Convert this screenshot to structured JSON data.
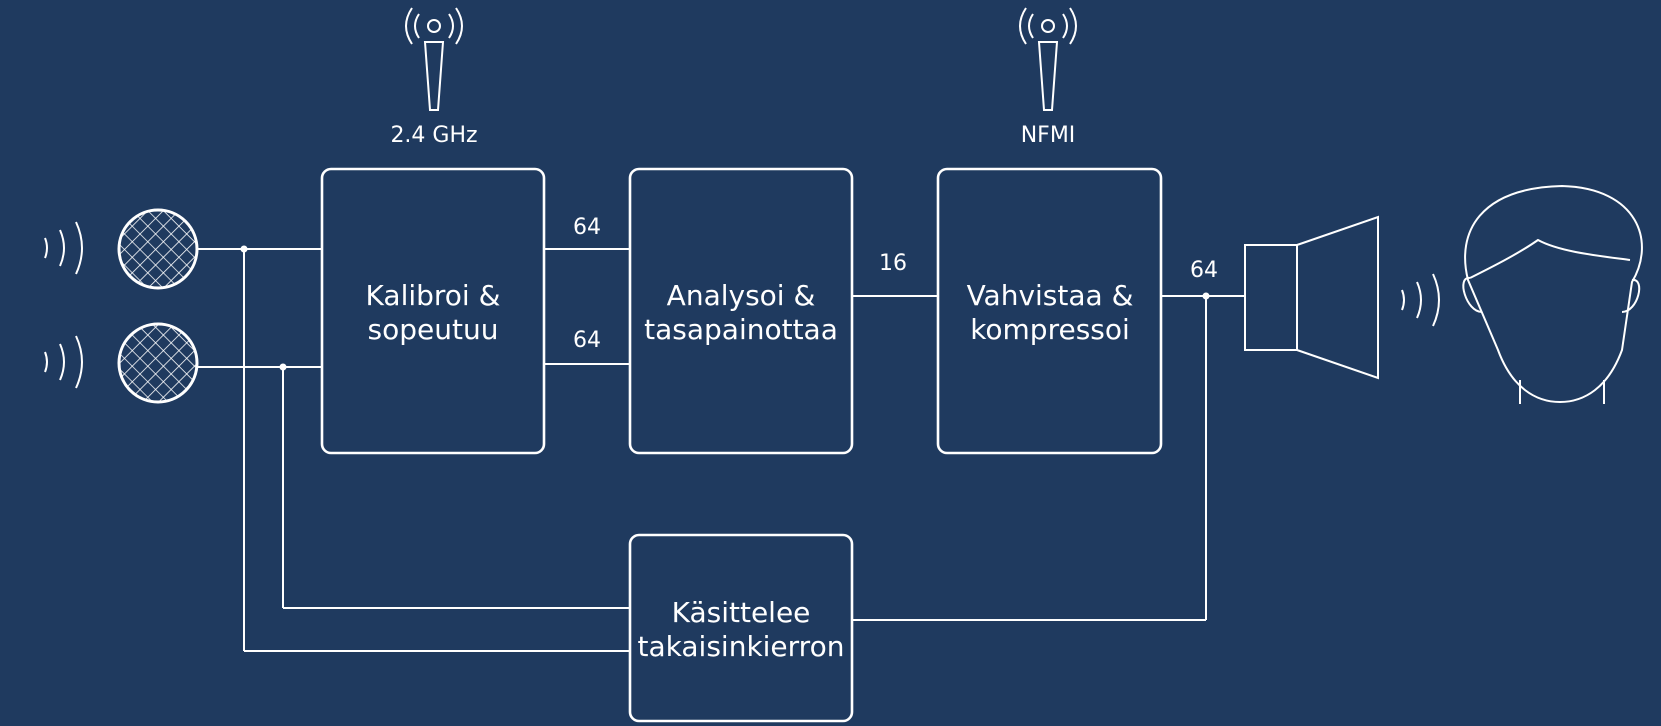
{
  "antennas": {
    "left_label": "2.4 GHz",
    "right_label": "NFMI"
  },
  "blocks": {
    "calibrate": {
      "line1": "Kalibroi &",
      "line2": "sopeutuu"
    },
    "analyze": {
      "line1": "Analysoi &",
      "line2": "tasapainottaa"
    },
    "amplify": {
      "line1": "Vahvistaa &",
      "line2": "kompressoi"
    },
    "feedback": {
      "line1": "Käsittelee",
      "line2": "takaisinkierron"
    }
  },
  "signals": {
    "calibrate_to_analyze_top": "64",
    "calibrate_to_analyze_bottom": "64",
    "analyze_to_amplify": "16",
    "amplify_to_speaker": "64"
  },
  "colors": {
    "background": "#1f3a5f",
    "stroke": "#ffffff"
  }
}
